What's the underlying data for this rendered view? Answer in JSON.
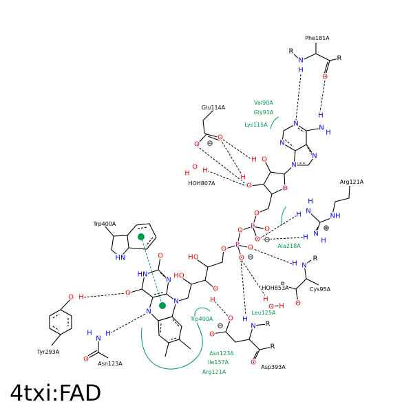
{
  "title": "4txi:FAD",
  "atoms": {
    "N": "N",
    "O": "O",
    "H": "H",
    "P": "P",
    "R": "R",
    "HN": "HN",
    "NH": "NH",
    "HO": "HO",
    "minus": "⊖",
    "plus": "⊕"
  },
  "residues": {
    "phe181": "Phe181A",
    "glu114": "Glu114A",
    "hoh807": "HOH807A",
    "arg121": "Arg121A",
    "trp400": "Trp400A",
    "tyr293": "Tyr293A",
    "asn123": "Asn123A",
    "cys95": "Cys95A",
    "hoh853": "HOH853A",
    "asp393": "Asp393A"
  },
  "hydrophobic": {
    "val90": "Val90A",
    "gly91": "Gly91A",
    "lys115": "Lys115A",
    "ala218": "Ala218A",
    "leu125": "Leu125A",
    "trp400": "Trp400A",
    "asn123": "Asn123A",
    "ile157": "Ile157A",
    "arg121": "Arg121A"
  },
  "colors": {
    "nitrogen": "#0000ff",
    "oxygen": "#ff0000",
    "phosphorus": "#cc0088",
    "hydrophobic": "#00994d"
  }
}
